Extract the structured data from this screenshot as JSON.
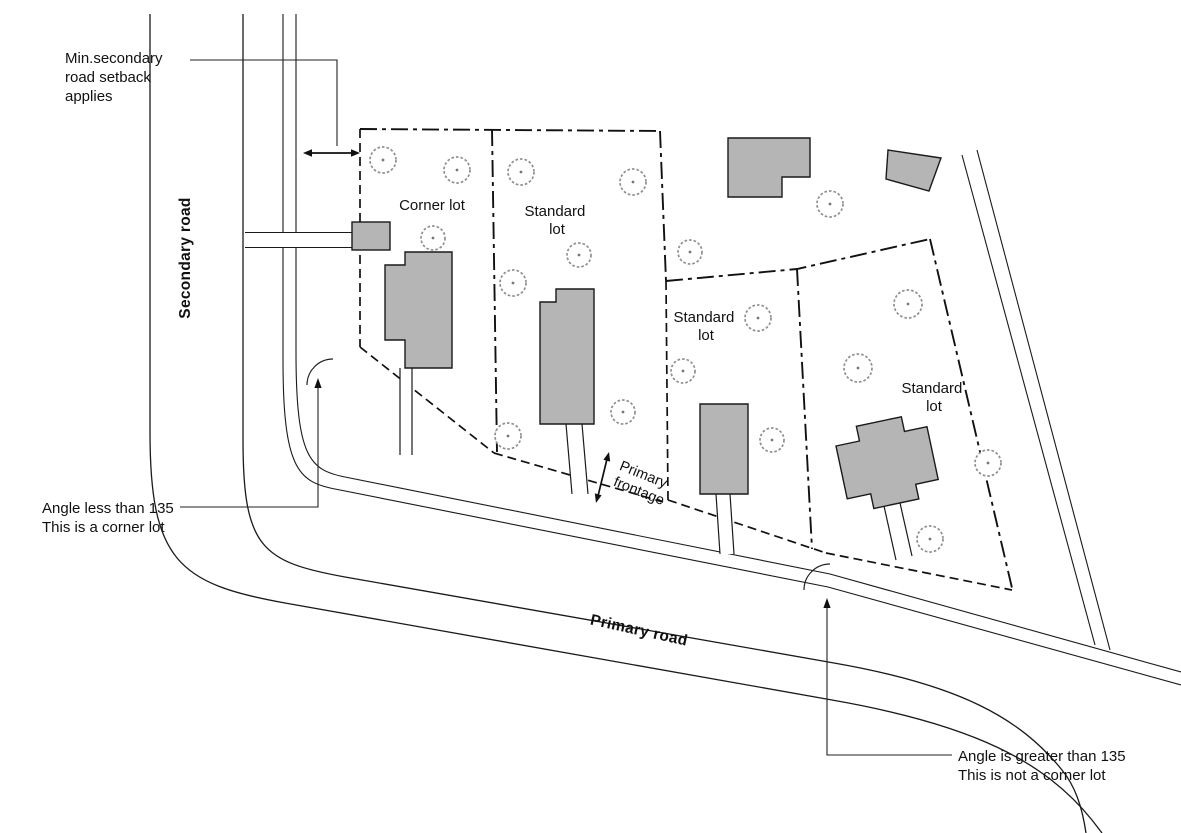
{
  "colors": {
    "line": "#1a1a1a",
    "building_fill": "#b5b5b5",
    "tree_stroke": "#8f8f8f",
    "background": "#ffffff"
  },
  "roads": {
    "secondary": "Secondary road",
    "primary": "Primary road"
  },
  "frontage": {
    "lines": [
      "Primary",
      "frontage"
    ]
  },
  "lots": [
    {
      "name": "corner-lot",
      "lines": [
        "Corner lot"
      ]
    },
    {
      "name": "standard-lot-1",
      "lines": [
        "Standard",
        "lot"
      ]
    },
    {
      "name": "standard-lot-2",
      "lines": [
        "Standard",
        "lot"
      ]
    },
    {
      "name": "standard-lot-3",
      "lines": [
        "Standard",
        "lot"
      ]
    }
  ],
  "annotations": {
    "setback": {
      "lines": [
        "Min.secondary",
        "road setback",
        "applies"
      ]
    },
    "corner_lot": {
      "lines": [
        "Angle less than 135",
        "This is a corner lot"
      ]
    },
    "not_corner_lot": {
      "lines": [
        "Angle is greater than 135",
        "This is not a corner lot"
      ]
    }
  }
}
